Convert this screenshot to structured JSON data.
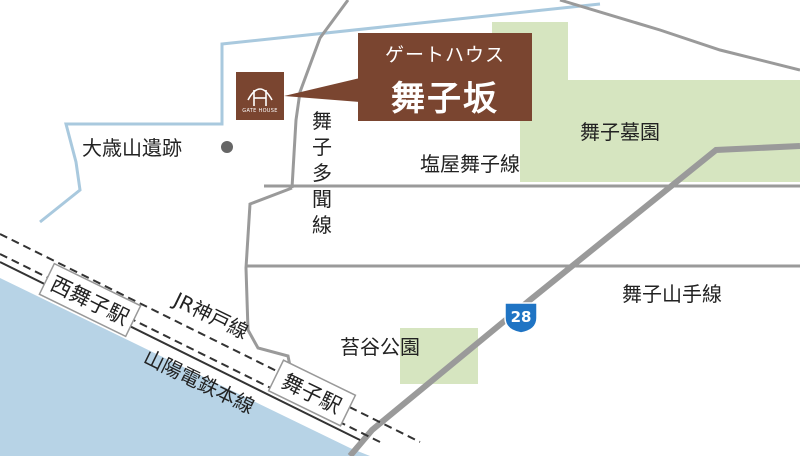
{
  "callout": {
    "line1": "ゲートハウス",
    "line2": "舞子坂"
  },
  "logo": {
    "text": "GATE HOUSE"
  },
  "landmarks": {
    "ruins": "大歳山遺跡",
    "cemetery": "舞子墓園",
    "park": "苔谷公園"
  },
  "roads": {
    "shioya_maiko": "塩屋舞子線",
    "maiko_tamon": "舞子多聞線",
    "maiko_yamate": "舞子山手線",
    "route_number": "28"
  },
  "railways": {
    "jr": "JR神戸線",
    "sanyo": "山陽電鉄本線"
  },
  "stations": {
    "nishi_maiko": "西舞子駅",
    "maiko": "舞子駅"
  },
  "colors": {
    "sea": "#b7d3e6",
    "park": "#d6e5c0",
    "road": "#9a9a9a",
    "coast_line": "#9cc1da",
    "callout": "#7a4530",
    "route_badge": "#1f74c4"
  }
}
